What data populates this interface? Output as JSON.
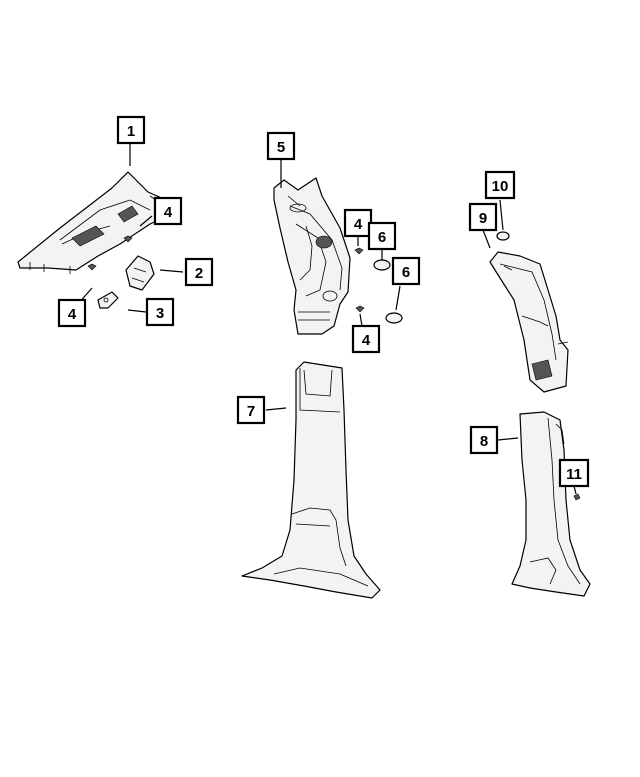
{
  "callouts": [
    {
      "id": "c1",
      "number": "1"
    },
    {
      "id": "c4a",
      "number": "4"
    },
    {
      "id": "c2",
      "number": "2"
    },
    {
      "id": "c3",
      "number": "3"
    },
    {
      "id": "c4b",
      "number": "4"
    },
    {
      "id": "c5",
      "number": "5"
    },
    {
      "id": "c4c",
      "number": "4"
    },
    {
      "id": "c6a",
      "number": "6"
    },
    {
      "id": "c6b",
      "number": "6"
    },
    {
      "id": "c4d",
      "number": "4"
    },
    {
      "id": "c10",
      "number": "10"
    },
    {
      "id": "c9",
      "number": "9"
    },
    {
      "id": "c7",
      "number": "7"
    },
    {
      "id": "c8",
      "number": "8"
    },
    {
      "id": "c11",
      "number": "11"
    }
  ]
}
